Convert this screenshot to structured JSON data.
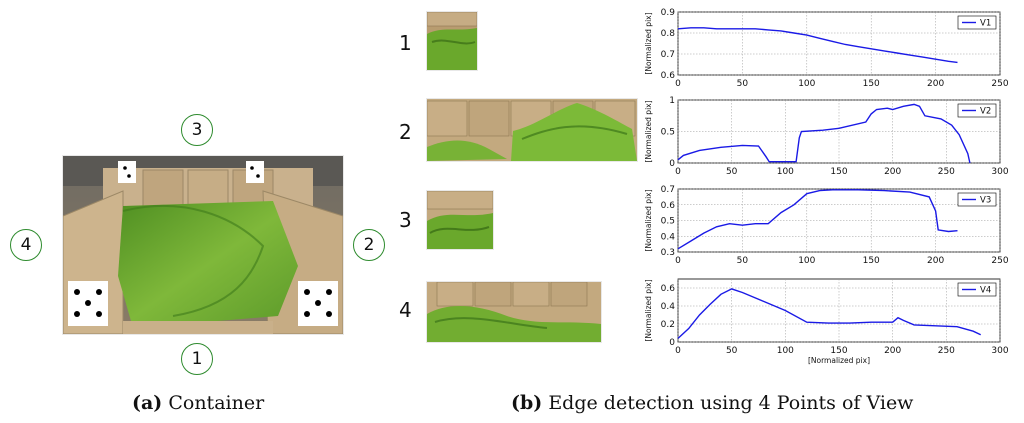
{
  "figure_a": {
    "caption_label": "(a)",
    "caption_text": "Container",
    "viewpoints": [
      "1",
      "2",
      "3",
      "4"
    ]
  },
  "figure_b": {
    "caption_label": "(b)",
    "caption_text": "Edge detection using 4 Points of View",
    "view_numbers": [
      "1",
      "2",
      "3",
      "4"
    ]
  },
  "colors": {
    "line": "#1a1ae6",
    "circle": "#2e8b2e",
    "grass": "#6aa82c",
    "box": "#c8ad84"
  },
  "chart_data": [
    {
      "type": "line",
      "series": [
        {
          "name": "V1",
          "x": [
            0,
            10,
            20,
            30,
            40,
            50,
            60,
            70,
            80,
            90,
            100,
            110,
            120,
            130,
            140,
            150,
            160,
            170,
            180,
            190,
            200,
            210,
            217
          ],
          "y": [
            0.82,
            0.825,
            0.825,
            0.82,
            0.82,
            0.82,
            0.82,
            0.815,
            0.81,
            0.8,
            0.79,
            0.775,
            0.76,
            0.745,
            0.735,
            0.725,
            0.715,
            0.705,
            0.695,
            0.685,
            0.675,
            0.665,
            0.66
          ]
        }
      ],
      "xlim": [
        0,
        250
      ],
      "ylim": [
        0.6,
        0.9
      ],
      "xticks": [
        "0",
        "50",
        "100",
        "150",
        "200",
        "250"
      ],
      "yticks": [
        "0.6",
        "0.7",
        "0.8",
        "0.9"
      ],
      "ylabel": "[Normalized pix]",
      "xlabel": "",
      "legend": "top-right",
      "grid": true
    },
    {
      "type": "line",
      "series": [
        {
          "name": "V2",
          "x": [
            0,
            5,
            20,
            40,
            60,
            75,
            82,
            85,
            95,
            110,
            113,
            115,
            135,
            150,
            175,
            180,
            185,
            195,
            200,
            210,
            220,
            225,
            230,
            245,
            255,
            262,
            270,
            272
          ],
          "y": [
            0.05,
            0.12,
            0.2,
            0.25,
            0.28,
            0.27,
            0.1,
            0.02,
            0.02,
            0.02,
            0.4,
            0.5,
            0.52,
            0.55,
            0.65,
            0.78,
            0.85,
            0.87,
            0.85,
            0.9,
            0.93,
            0.9,
            0.75,
            0.7,
            0.6,
            0.45,
            0.15,
            0.0
          ]
        }
      ],
      "xlim": [
        0,
        300
      ],
      "ylim": [
        0,
        1
      ],
      "xticks": [
        "0",
        "50",
        "100",
        "150",
        "200",
        "250",
        "300"
      ],
      "yticks": [
        "0",
        "0.5",
        "1"
      ],
      "ylabel": "[Normalized pix]",
      "xlabel": "",
      "legend": "top-right",
      "grid": true
    },
    {
      "type": "line",
      "series": [
        {
          "name": "V3",
          "x": [
            0,
            10,
            20,
            30,
            40,
            50,
            60,
            70,
            80,
            90,
            100,
            110,
            120,
            140,
            160,
            180,
            195,
            200,
            202,
            210,
            217
          ],
          "y": [
            0.32,
            0.37,
            0.42,
            0.46,
            0.48,
            0.47,
            0.48,
            0.48,
            0.55,
            0.6,
            0.67,
            0.69,
            0.695,
            0.695,
            0.69,
            0.68,
            0.65,
            0.56,
            0.44,
            0.43,
            0.435
          ]
        }
      ],
      "xlim": [
        0,
        250
      ],
      "ylim": [
        0.3,
        0.7
      ],
      "xticks": [
        "0",
        "50",
        "100",
        "150",
        "200",
        "250"
      ],
      "yticks": [
        "0.3",
        "0.4",
        "0.5",
        "0.6",
        "0.7"
      ],
      "ylabel": "[Normalized pix]",
      "xlabel": "",
      "legend": "top-right",
      "grid": true
    },
    {
      "type": "line",
      "series": [
        {
          "name": "V4",
          "x": [
            0,
            10,
            20,
            30,
            40,
            50,
            60,
            80,
            100,
            120,
            140,
            160,
            180,
            200,
            205,
            210,
            220,
            240,
            260,
            275,
            282
          ],
          "y": [
            0.04,
            0.15,
            0.3,
            0.42,
            0.53,
            0.59,
            0.55,
            0.45,
            0.35,
            0.22,
            0.21,
            0.21,
            0.22,
            0.22,
            0.27,
            0.24,
            0.19,
            0.18,
            0.17,
            0.12,
            0.08
          ]
        }
      ],
      "xlim": [
        0,
        300
      ],
      "ylim": [
        0,
        0.7
      ],
      "xticks": [
        "0",
        "50",
        "100",
        "150",
        "200",
        "250",
        "300"
      ],
      "yticks": [
        "0",
        "0.2",
        "0.4",
        "0.6"
      ],
      "ylabel": "[Normalized pix]",
      "xlabel": "[Normalized pix]",
      "legend": "top-right",
      "grid": true
    }
  ]
}
